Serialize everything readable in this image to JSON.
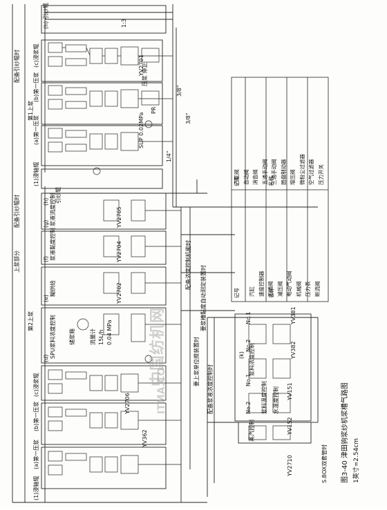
{
  "figure": {
    "caption": "图3-40  津田驹浆纱机浆槽气路图",
    "unit_note": "1英寸=2.54cm"
  },
  "sections": {
    "upper_part": "上浆部分",
    "first_size": "第1上浆",
    "second_size": "第2上浆",
    "squeeze_pipe_top": "配备引纱辊时",
    "squeeze_pipe_mid": "配备引纱辊时",
    "conc_control_note": "配备浓度控制机能时",
    "sbox": "S.BOX双套管时",
    "level_note": "要上浆单位搅装置时",
    "viscosity_note": "要浆槽黏度自动测定装置时",
    "conc_add": "配备浆液浓度控制时"
  },
  "left_labels": {
    "g1": "(1)浸轴辊",
    "g2": "(a)第一压浆",
    "g3": "(b)第一压浆",
    "g4": "(c)浸浆辊",
    "g5": "(d)",
    "g6": "(e)",
    "g7": "(f)",
    "g8": "(g)",
    "g9": "(h)",
    "g10": "(k)",
    "d_desc": "SPU浆料浓度控制",
    "e_desc": "糊供给",
    "f_desc": "浆液黏度控制",
    "g_desc": "浆液流度控制",
    "h_desc": "引纱辊",
    "tank": "储浆箱",
    "flow": "流量计",
    "flow_val": "15L/h",
    "press_val": "0.04 MPa",
    "size_ctrl": "浆料浓度控制",
    "size_temp": "浆料温度控制",
    "water_temp": "水温度控制",
    "steam": "蒸汽控制"
  },
  "upper_labels": {
    "l1": "(1)浸轴辊",
    "l2": "(a)第一压浆",
    "l3": "(b)第一压浆",
    "l4": "(c)浸浆辊",
    "l5": "(h) 引纱辊",
    "sup": "SUP 0.02MPa",
    "pr": "PR"
  },
  "valve_ids": [
    "YV2705",
    "YV2704",
    "YV2702",
    "YV2706",
    "YV362",
    "YV2701",
    "YV2710",
    "YV152",
    "YV151",
    "YV382",
    "YV381"
  ],
  "pipe_sizes": [
    "1/4\"",
    "3/8\"",
    "3/8\""
  ],
  "legend": {
    "headers": [
      "记号",
      "名称",
      "记号",
      "名称"
    ],
    "left": [
      "汽缸",
      "速度控制器",
      "五通阀",
      "减压阀",
      "电动气动阀",
      "机械阀",
      "压力表",
      "断流阀"
    ],
    "right": [
      "汽缸阀",
      "自动阀",
      "消音阀",
      "五通手动阀",
      "三通手动阀",
      "圆盘制动器",
      "增压阀",
      "微粉尘过滤器",
      "空气过滤器",
      "压力开关"
    ]
  },
  "misc": {
    "no1a": "No.1",
    "no2a": "No.2",
    "no1b": "No.1",
    "no2b": "No.2",
    "n13": "1:3",
    "pressure_stop": "压浆 停止"
  },
  "watermark": "中国纺机网",
  "watermark_sub": "ITMA.CO"
}
